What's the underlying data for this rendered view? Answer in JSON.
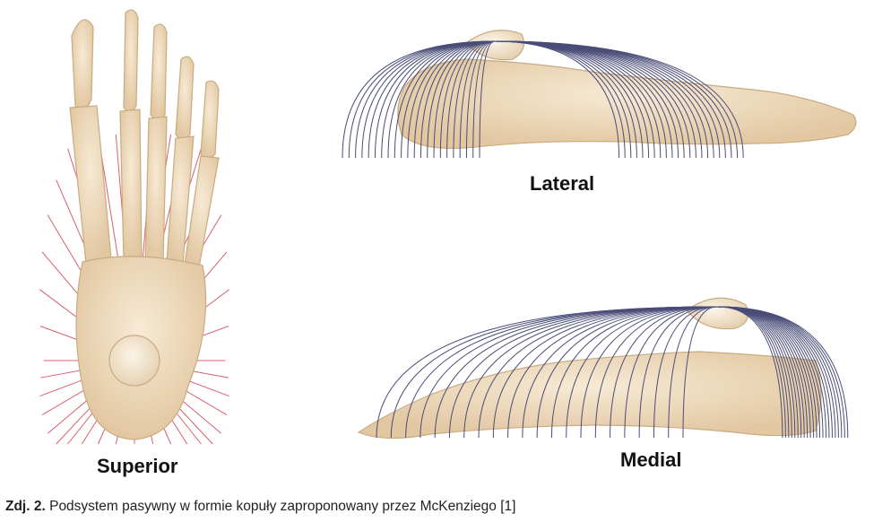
{
  "figure": {
    "views": {
      "superior": "Superior",
      "lateral": "Lateral",
      "medial": "Medial"
    },
    "caption": {
      "prefix": "Zdj. 2.",
      "text": " Podsystem pasywny w formie kopuły zaproponowany przez McKenziego [1]"
    },
    "colors": {
      "bone": "#efdcc0",
      "bone_edge": "#c9ab82",
      "superior_lines": "#d8606e",
      "arch_lines": "#4a4d78"
    }
  }
}
